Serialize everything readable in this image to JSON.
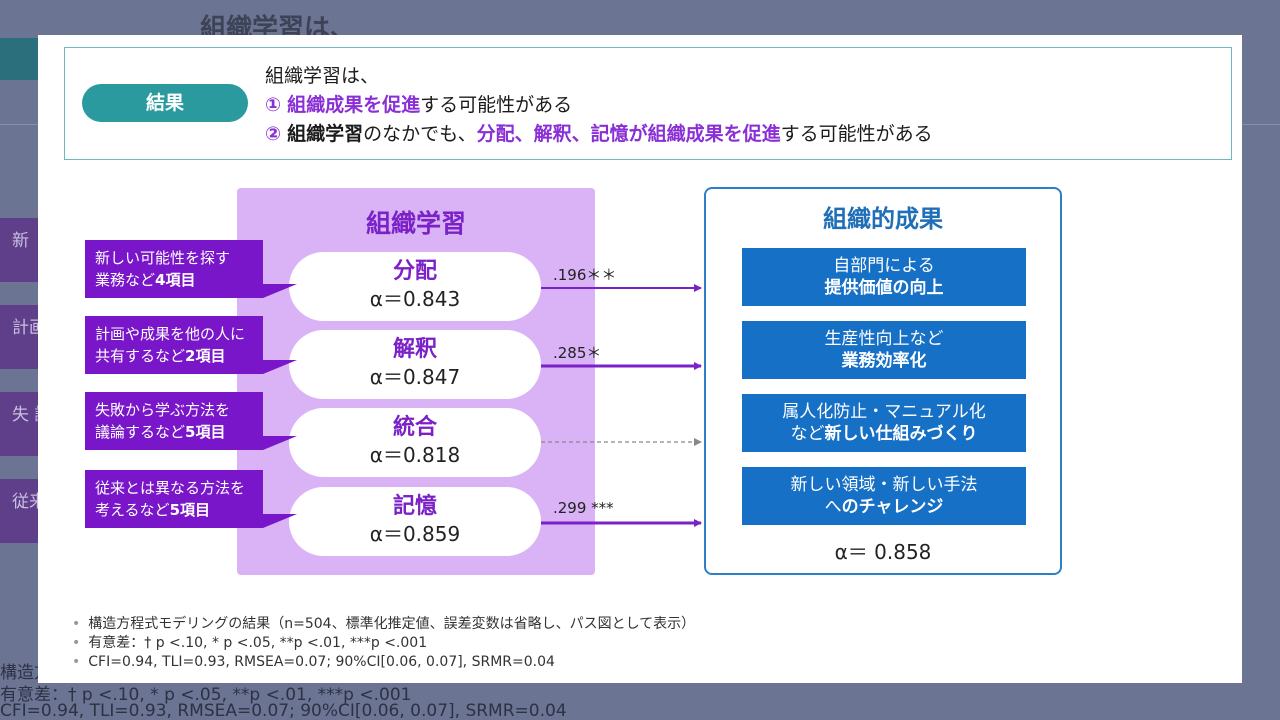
{
  "background": {
    "title": "組織学習は、",
    "side_tabs": [
      "新",
      "計画 共",
      "失 議",
      "従来 考"
    ],
    "footnotes": [
      "構造方",
      "有意差：† p <.10, * p <.05, **p <.01, ***p <.001",
      "CFI=0.94, TLI=0.93, RMSEA=0.07; 90%CI[0.06, 0.07], SRMR=0.04"
    ]
  },
  "result": {
    "badge": "結果",
    "line1": "組織学習は、",
    "line2_num": "①",
    "line2_hl": "組織成果を促進",
    "line2_rest": "する可能性がある",
    "line3_num": "②",
    "line3_bold": "組織学習",
    "line3_mid": "のなかでも、",
    "line3_hl": "分配、解釈、記憶が組織成果を促進",
    "line3_rest": "する可能性がある"
  },
  "learning": {
    "title": "組織学習",
    "factors": [
      {
        "name": "分配",
        "alpha": "α＝0.843"
      },
      {
        "name": "解釈",
        "alpha": "α＝0.847"
      },
      {
        "name": "統合",
        "alpha": "α＝0.818"
      },
      {
        "name": "記憶",
        "alpha": "α＝0.859"
      }
    ],
    "callouts": [
      {
        "line1": "新しい可能性を探す",
        "line2a": "業務など",
        "line2b": "4項目"
      },
      {
        "line1": "計画や成果を他の人に",
        "line2a": "共有するなど",
        "line2b": "2項目"
      },
      {
        "line1": "失敗から学ぶ方法を",
        "line2a": "議論するなど",
        "line2b": "5項目"
      },
      {
        "line1": "従来とは異なる方法を",
        "line2a": "考えるなど",
        "line2b": "5項目"
      }
    ]
  },
  "paths": [
    {
      "coef": ".196＊＊",
      "significant": true
    },
    {
      "coef": ".285＊",
      "significant": true
    },
    {
      "coef": "",
      "significant": false
    },
    {
      "coef": ".299 ***",
      "significant": true
    }
  ],
  "outcome": {
    "title": "組織的成果",
    "items": [
      {
        "line1": "自部門による",
        "line2": "提供価値の向上"
      },
      {
        "line1": "生産性向上など",
        "line2": "業務効率化"
      },
      {
        "line1": "属人化防止・マニュアル化",
        "line2a": "など",
        "line2b": "新しい仕組みづくり"
      },
      {
        "line1": "新しい領域・新しい手法",
        "line2a": "へ",
        "line2b": "のチャレンジ"
      }
    ],
    "alpha": "α＝ 0.858"
  },
  "notes": [
    "構造方程式モデリングの結果（n=504、標準化推定値、誤差変数は省略し、パス図として表示）",
    "有意差：† p <.10, * p <.05, **p <.01, ***p <.001",
    "CFI=0.94, TLI=0.93, RMSEA=0.07; 90%CI[0.06, 0.07], SRMR=0.04"
  ],
  "colors": {
    "purple": "#7a22c7",
    "teal": "#2a9a9f",
    "blue": "#1670c6",
    "panel": "#d9b3f5"
  }
}
